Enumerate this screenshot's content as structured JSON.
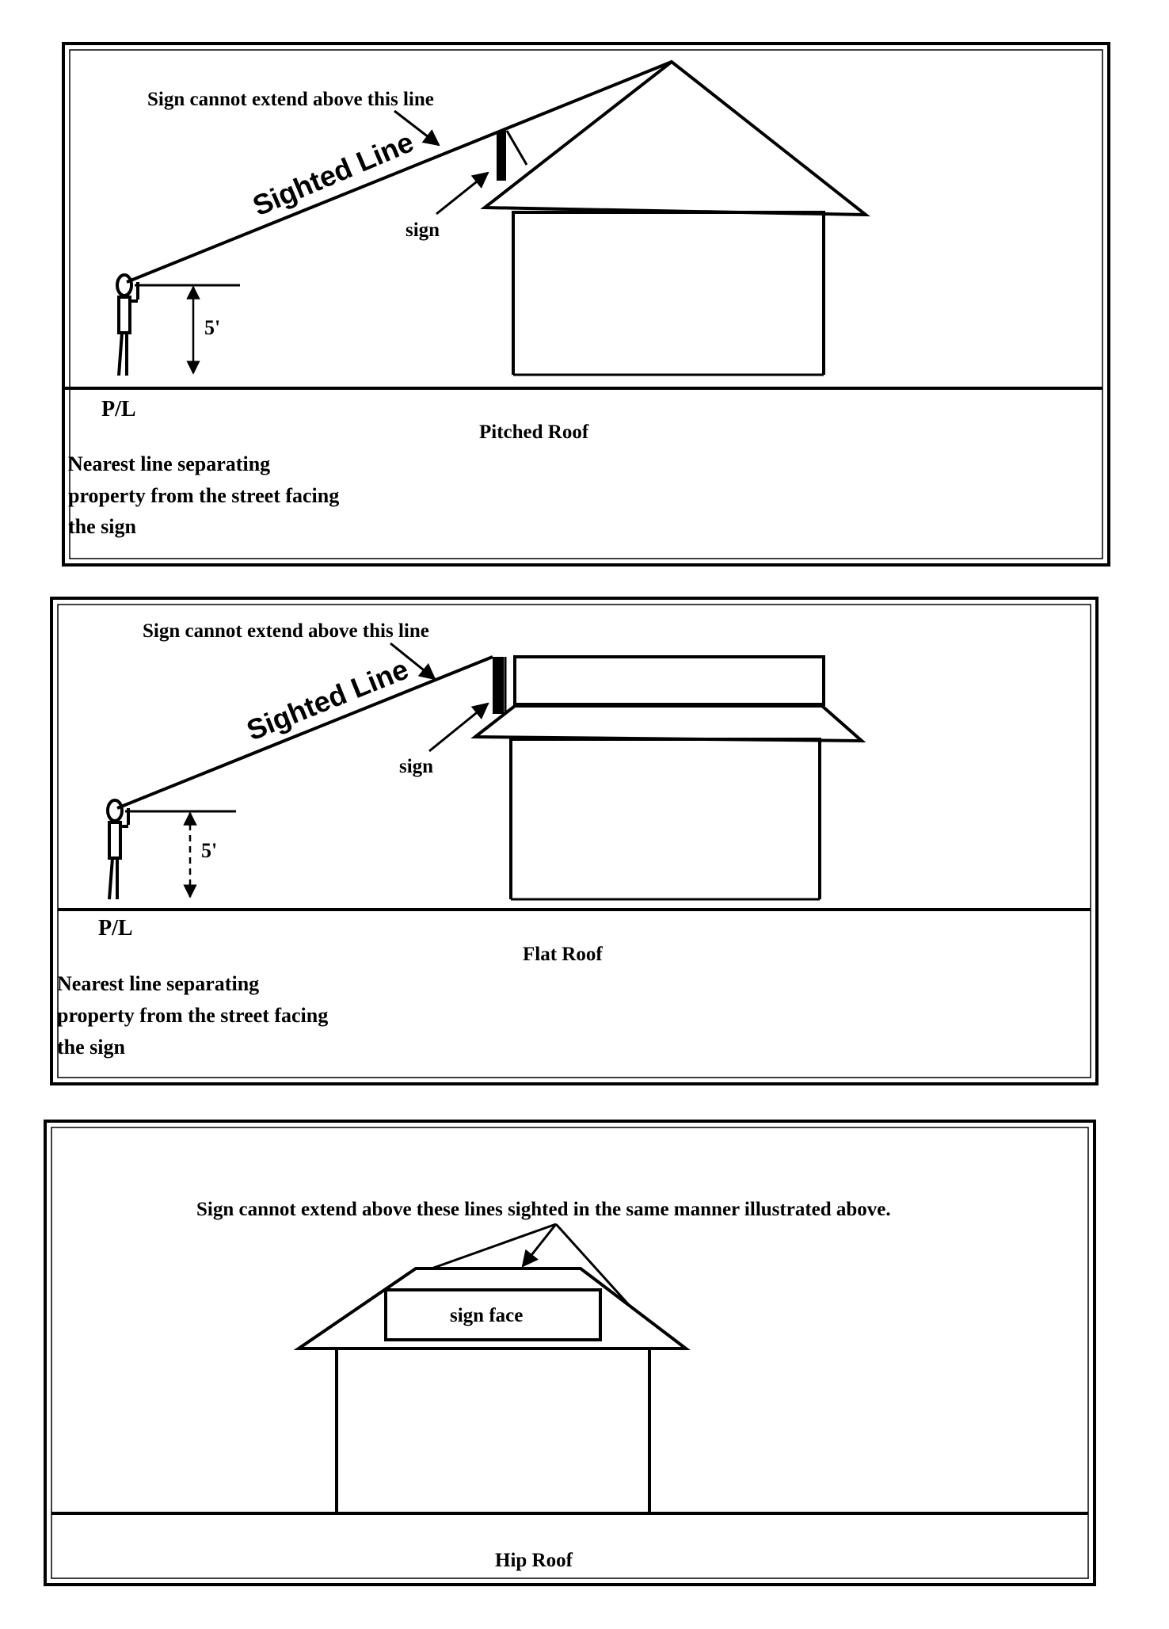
{
  "panel_pitched": {
    "top_note": "Sign cannot extend above this line",
    "sighted_line": "Sighted Line",
    "sign_label": "sign",
    "height_label": "5'",
    "pl_label": "P/L",
    "roof_caption": "Pitched Roof",
    "pl_note": [
      "Nearest line separating",
      "property from the street facing",
      "the sign"
    ]
  },
  "panel_flat": {
    "top_note": "Sign cannot extend above this line",
    "sighted_line": "Sighted Line",
    "sign_label": "sign",
    "height_label": "5'",
    "pl_label": "P/L",
    "roof_caption": "Flat Roof",
    "pl_note": [
      "Nearest line separating",
      "property from the street facing",
      "the sign"
    ]
  },
  "panel_hip": {
    "top_note": "Sign cannot extend above these lines sighted in the same manner illustrated above.",
    "sign_face": "sign face",
    "roof_caption": "Hip Roof"
  }
}
